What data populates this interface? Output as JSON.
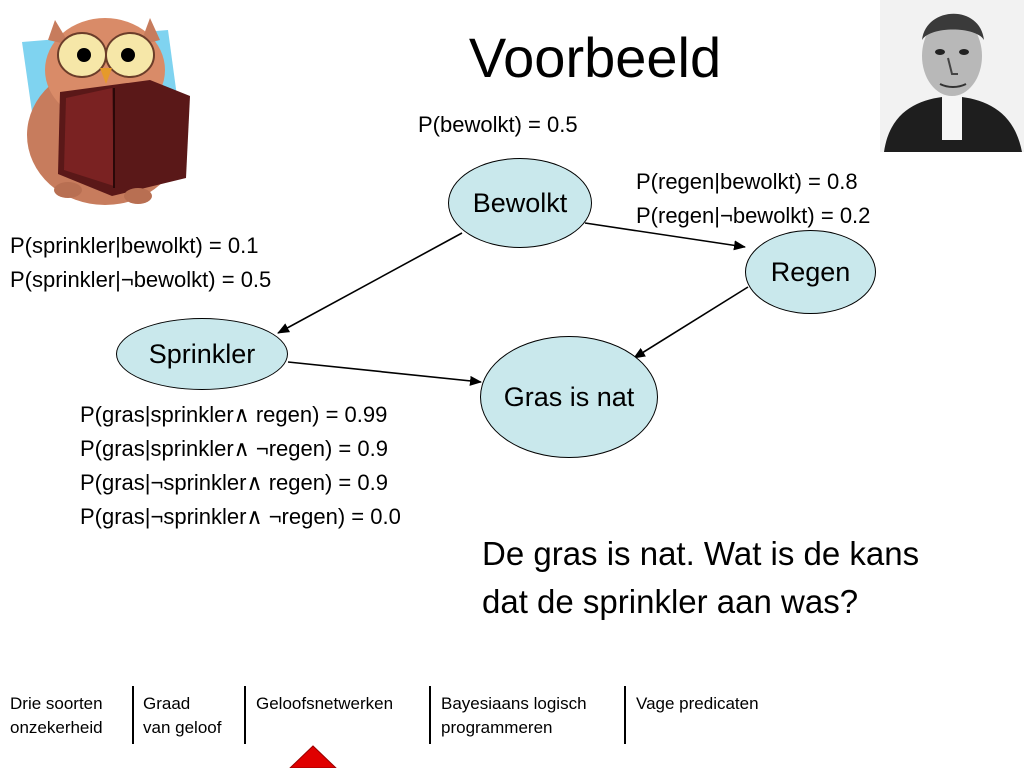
{
  "title": "Voorbeeld",
  "nodes": {
    "bewolkt": "Bewolkt",
    "regen": "Regen",
    "sprinkler": "Sprinkler",
    "gras": "Gras is nat"
  },
  "probabilities": {
    "bewolkt": "P(bewolkt) = 0.5",
    "regen": [
      "P(regen|bewolkt) = 0.8",
      "P(regen|¬bewolkt) = 0.2"
    ],
    "sprinkler": [
      "P(sprinkler|bewolkt) = 0.1",
      "P(sprinkler|¬bewolkt) = 0.5"
    ],
    "gras": [
      "P(gras|sprinkler∧ regen) = 0.99",
      "P(gras|sprinkler∧ ¬regen) = 0.9",
      "P(gras|¬sprinkler∧ regen) = 0.9",
      "P(gras|¬sprinkler∧ ¬regen) = 0.0"
    ]
  },
  "question": [
    "De gras is nat. Wat is de kans",
    "dat de sprinkler aan was?"
  ],
  "footer": [
    [
      "Drie soorten",
      "onzekerheid"
    ],
    [
      "Graad",
      "van geloof"
    ],
    [
      "Geloofsnetwerken"
    ],
    [
      "Bayesiaans logisch",
      "programmeren"
    ],
    [
      "Vage predicaten"
    ]
  ],
  "colors": {
    "node_fill": "#c9e8ec",
    "marker": "#e00000"
  }
}
